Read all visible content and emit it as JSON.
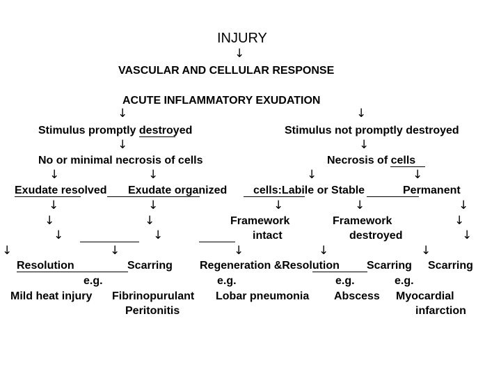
{
  "nodes": {
    "injury": "INJURY",
    "vascular_response": "VASCULAR AND CELLULAR RESPONSE",
    "acute_exudation": "ACUTE INFLAMMATORY EXUDATION",
    "stimulus_destroyed": "Stimulus promptly destroyed",
    "stimulus_not_destroyed": "Stimulus not promptly destroyed",
    "minimal_necrosis": "No or minimal necrosis of cells",
    "necrosis": "Necrosis of cells",
    "exudate_resolved": "Exudate resolved",
    "exudate_organized": "Exudate organized",
    "cells_labile_stable": "cells:Labile or Stable",
    "permanent": "Permanent",
    "framework_1": "Framework",
    "intact": "intact",
    "framework_2": "Framework",
    "destroyed": "destroyed",
    "resolution": "Resolution",
    "scarring_1": "Scarring",
    "regeneration_resolution": "Regeneration &Resolution",
    "scarring_2": "Scarring",
    "scarring_3": "Scarring"
  },
  "examples": {
    "eg_1": "e.g.",
    "eg_2": "e.g.",
    "eg_3": "e.g.",
    "eg_4": "e.g.",
    "mild_heat_injury": "Mild heat injury",
    "fibrinopurulant": "Fibrinopurulant",
    "peritonitis": "Peritonitis",
    "lobar_pneumonia": "Lobar pneumonia",
    "abscess": "Abscess",
    "myocardial": "Myocardial",
    "infarction": "infarction"
  },
  "arrow_glyph": "↓"
}
